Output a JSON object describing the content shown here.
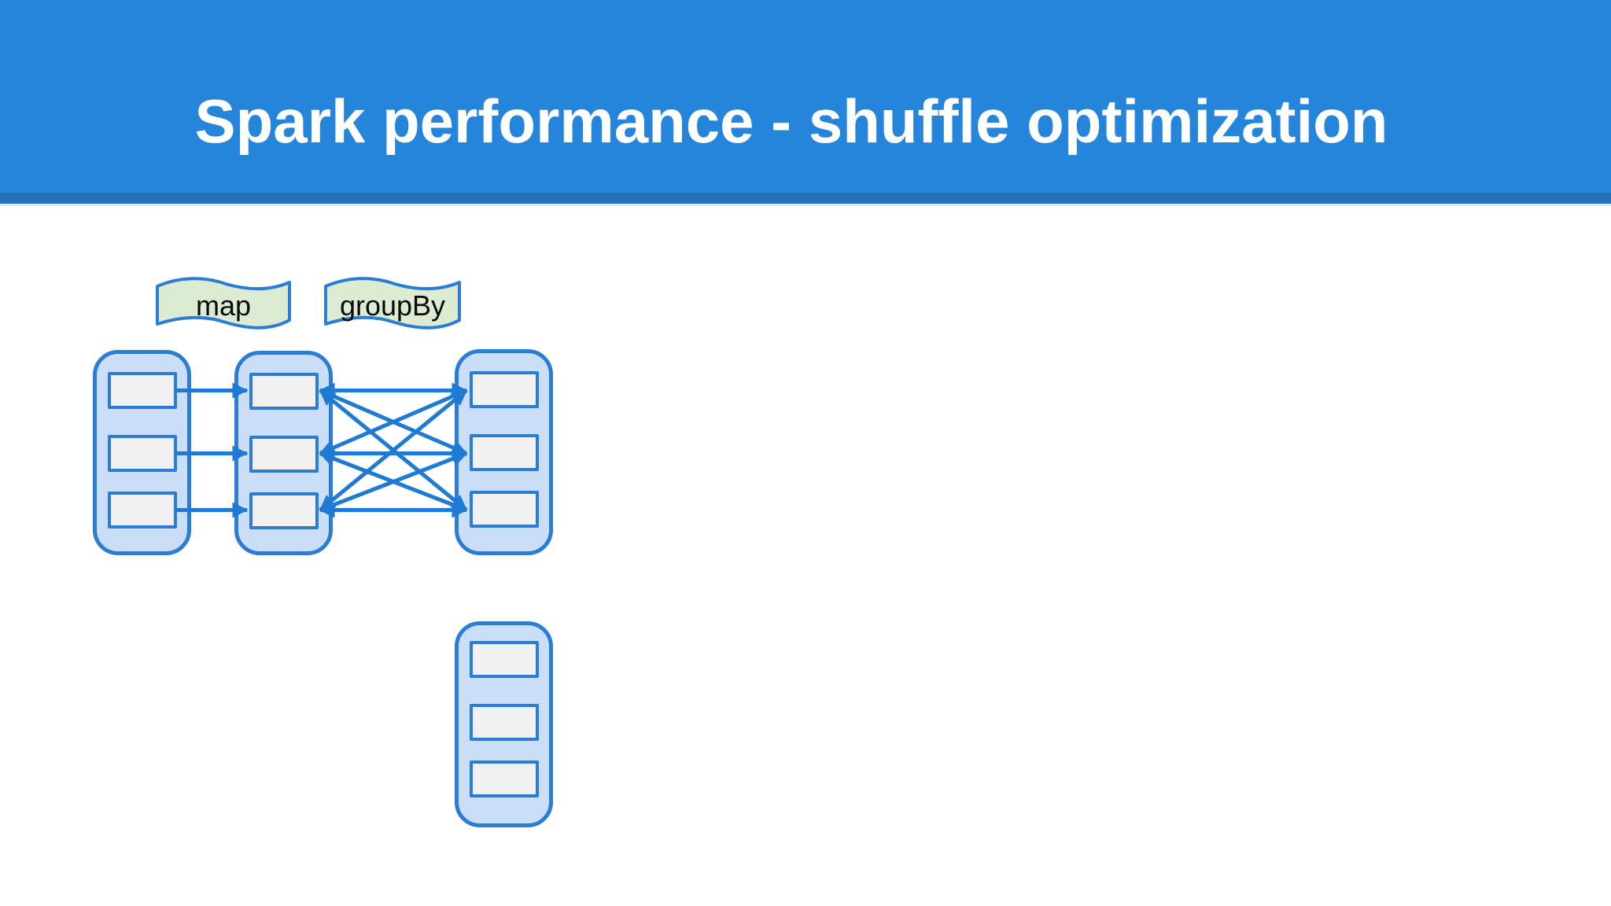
{
  "header": {
    "title": "Spark performance - shuffle optimization"
  },
  "diagram": {
    "stage_labels": [
      {
        "text": "map"
      },
      {
        "text": "groupBy"
      }
    ],
    "columns": [
      {
        "id": "column-1",
        "partitions": 3
      },
      {
        "id": "column-2",
        "partitions": 3
      },
      {
        "id": "column-3",
        "partitions": 3
      },
      {
        "id": "column-4",
        "partitions": 3
      }
    ],
    "connections": [
      {
        "from": "column-1",
        "to": "column-2",
        "label": "map",
        "pattern": "one-to-one",
        "arrows": 3
      },
      {
        "from": "column-2",
        "to": "column-3",
        "label": "groupBy",
        "pattern": "all-to-all",
        "arrows": 9,
        "double_headed": true
      }
    ]
  },
  "colors": {
    "slide_bg": "#ffffff",
    "header_bg": "#2585da",
    "header_strip": "#2272b5",
    "header_strip_edge": "#dde9f6",
    "title_text": "#ffffff",
    "container_fill": "#cadef7",
    "container_border": "#2b7cd3",
    "partition_fill": "#f0f0f1",
    "partition_border": "#2b7cd3",
    "arrow": "#1e7ad2",
    "label_fill": "#dcecd3",
    "label_border": "#2b7cd3",
    "label_text": "#0a0a0a"
  }
}
